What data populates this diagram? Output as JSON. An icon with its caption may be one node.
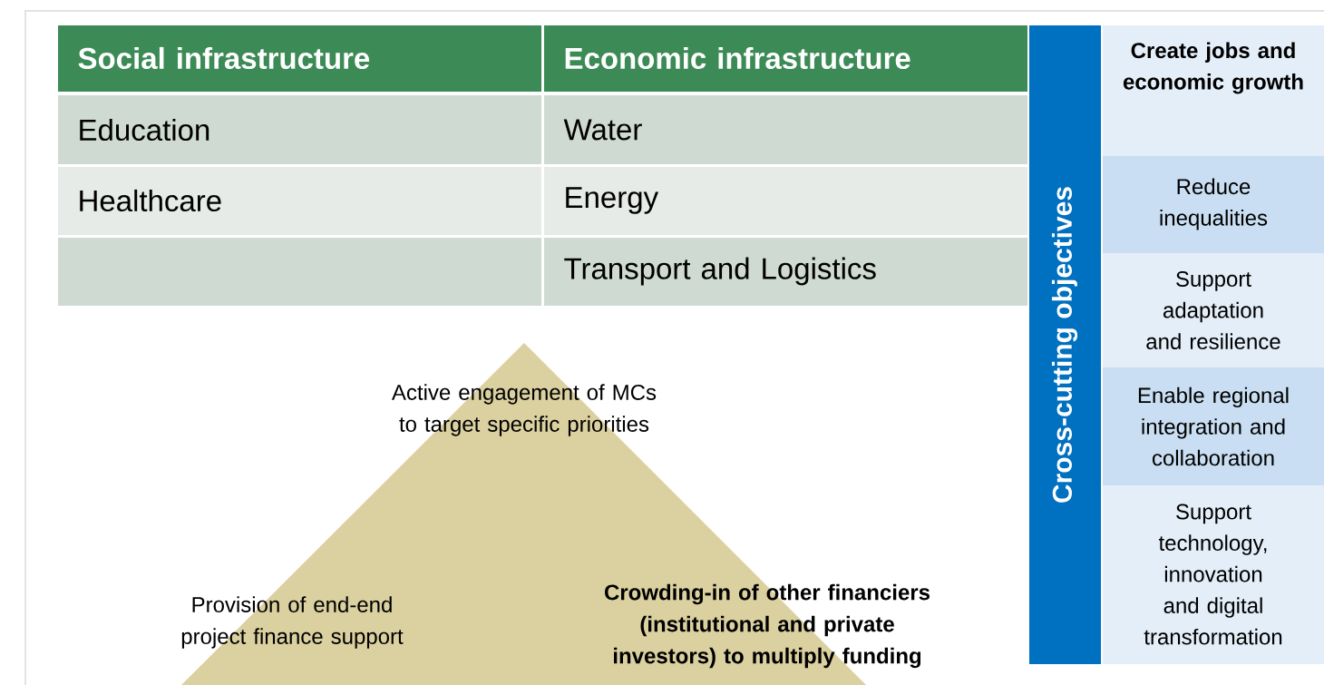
{
  "diagram": {
    "nodes": [
      {
        "text": [
          "Social infrastructure"
        ]
      },
      {
        "text": [
          "Economic infrastructure"
        ]
      },
      {
        "text": [
          "Education"
        ]
      },
      {
        "text": [
          "Water"
        ]
      },
      {
        "text": [
          "Healthcare"
        ]
      },
      {
        "text": [
          "Energy"
        ]
      },
      {
        "text": [],
        "shape": "box"
      },
      {
        "text": [
          "Transport and Logistics"
        ]
      },
      {
        "text": [
          "Active engagement of MCs to target specific priorities",
          "Provision of end-end project finance support",
          "Crowding-in of other financiers (institutional and private investors) to multiply funding"
        ]
      },
      {
        "text": [
          "Cross-cutting objectives"
        ]
      },
      {
        "text": [
          "Create jobs and economic growth"
        ]
      },
      {
        "text": [
          "Reduce inequalities"
        ]
      },
      {
        "text": [
          "Support adaptation and resilience"
        ]
      },
      {
        "text": [
          "Enable regional integration and collaboration"
        ]
      },
      {
        "text": [
          "Support technology, innovation and digital transformation"
        ]
      }
    ]
  }
}
